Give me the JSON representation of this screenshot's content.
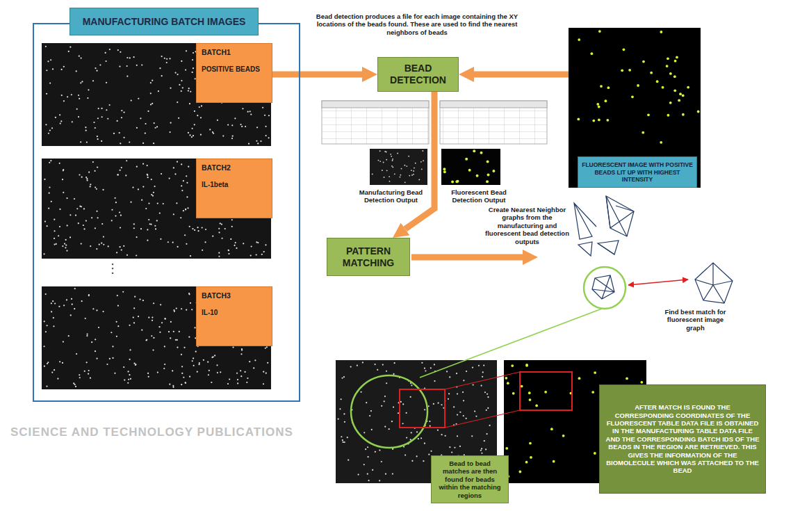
{
  "diagram": {
    "nodes": [
      {
        "text": [
          "MANUFACTURING BATCH IMAGES"
        ]
      },
      {
        "text": [
          "BATCH1",
          "POSITIVE BEADS"
        ],
        "in": 0
      },
      {
        "text": [
          "BATCH2",
          "IL-1beta"
        ],
        "in": 0
      },
      {
        "text": [
          "BATCH3",
          "IL-10"
        ],
        "in": 0
      },
      {
        "text": [
          "BEAD DETECTION"
        ]
      },
      {
        "text": [
          "FLUORESCENT IMAGE WITH POSITIVE BEADS LIT UP WITH HIGHEST INTENSITY"
        ]
      },
      {
        "text": [
          "PATTERN MATCHING"
        ]
      },
      {
        "text": [
          "Bead to bead matches are then found for beads within the matching regions"
        ]
      },
      {
        "text": [
          "AFTER MATCH IS FOUND THE CORRESPONDING COORDINATES OF THE FLUORESCENT TABLE DATA FILE IS OBTAINED IN THE MANUFACTURING TABLE DATA FILE AND THE CORRESPONDING BATCH IDS OF THE BEADS IN THE REGION ARE RETRIEVED. THIS GIVES THE INFORMATION OF THE BIOMOLECULE WHICH WAS ATTACHED TO THE BEAD"
        ]
      }
    ],
    "edges": [
      {
        "from": 1,
        "to": 4,
        "arrow": "to"
      },
      {
        "from": 5,
        "to": 4,
        "arrow": "to"
      },
      {
        "from": 4,
        "to": 6,
        "arrow": "to"
      }
    ],
    "labels": [
      "Bead detection produces a file for each image containing the XY locations of the beads found. These are used to find the nearest neighbors of beads",
      "⋮",
      "Manufacturing Bead Detection Output",
      "Fluorescent Bead Detection Output",
      "Create Nearest Neighbor graphs from the manufacturing and fluorescent bead detection outputs",
      "Find best match for fluorescent image graph",
      "SCIENCE AND TECHNOLOGY PUBLICATIONS"
    ]
  }
}
